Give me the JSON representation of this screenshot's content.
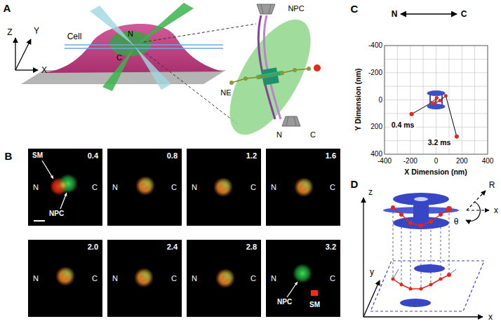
{
  "diagram": {
    "nodes": [
      {
        "text": [
          "SM",
          "0.4",
          "NPC",
          "N",
          "C"
        ]
      },
      {
        "text": [
          "0.8",
          "N",
          "C"
        ]
      },
      {
        "text": [
          "1.2",
          "N",
          "C"
        ]
      },
      {
        "text": [
          "1.6",
          "N",
          "C"
        ]
      },
      {
        "text": [
          "2.0",
          "N",
          "C"
        ]
      },
      {
        "text": [
          "2.4",
          "N",
          "C"
        ]
      },
      {
        "text": [
          "2.8",
          "N",
          "C"
        ]
      },
      {
        "text": [
          "3.2",
          "N",
          "C",
          "NPC",
          "SM"
        ]
      }
    ],
    "labels": [
      "A",
      "Z",
      "Y",
      "X",
      "Cell",
      "N",
      "C",
      "NPC",
      "NE",
      "N",
      "C",
      "B",
      "C",
      "N",
      "C",
      "-400",
      "-200",
      "0",
      "200",
      "400",
      "-400",
      "-200",
      "0",
      "200",
      "400",
      "Y Dimension (nm)",
      "X Dimension (nm)",
      "0.4 ms",
      "3.2 ms",
      "D",
      "z",
      "y",
      "x",
      "R",
      "θ",
      "x"
    ]
  }
}
